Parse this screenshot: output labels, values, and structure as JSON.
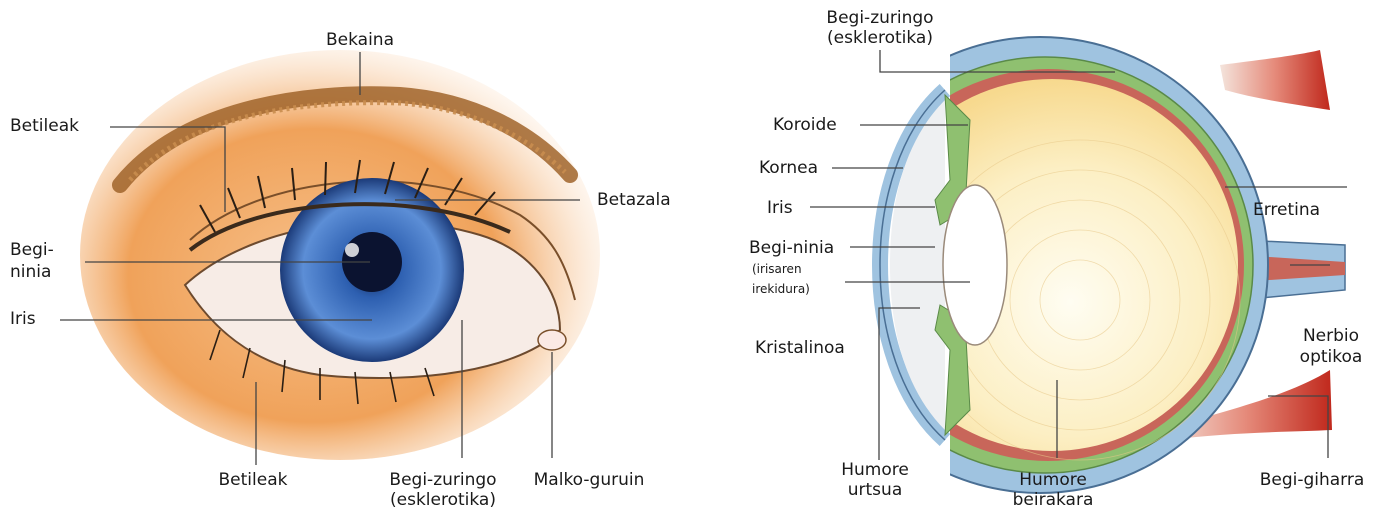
{
  "external_eye": {
    "labels": {
      "bekaina": "Bekaina",
      "betileak_top": "Betileak",
      "betazala": "Betazala",
      "begininia_l1": "Begi-",
      "begininia_l2": "ninia",
      "iris": "Iris",
      "betileak_bottom": "Betileak",
      "begizuringo_l1": "Begi-zuringo",
      "begizuringo_l2": "(esklerotika)",
      "malkoguruin": "Malko-guruin"
    },
    "colors": {
      "skin": "#f0a25a",
      "iris": "#2a5aa8",
      "eyebrow": "#a0642a"
    }
  },
  "cross_section": {
    "labels": {
      "begizuringo_l1": "Begi-zuringo",
      "begizuringo_l2": "(esklerotika)",
      "koroide": "Koroide",
      "kornea": "Kornea",
      "iris": "Iris",
      "erretina": "Erretina",
      "begininia": "Begi-ninia",
      "begininia_note_l1": "(irisaren",
      "begininia_note_l2": "irekidura)",
      "kristalinoa": "Kristalinoa",
      "nerbio_l1": "Nerbio",
      "nerbio_l2": "optikoa",
      "humore_urtsua_l1": "Humore",
      "humore_urtsua_l2": "urtsua",
      "humore_beirakara_l1": "Humore",
      "humore_beirakara_l2": "beirakara",
      "begigiharra": "Begi-giharra"
    },
    "colors": {
      "sclera": "#9fc3e0",
      "choroid": "#8fc070",
      "retina": "#c8665a",
      "vitreous": "#fbe4a8",
      "muscle": "#c83a2a"
    }
  }
}
